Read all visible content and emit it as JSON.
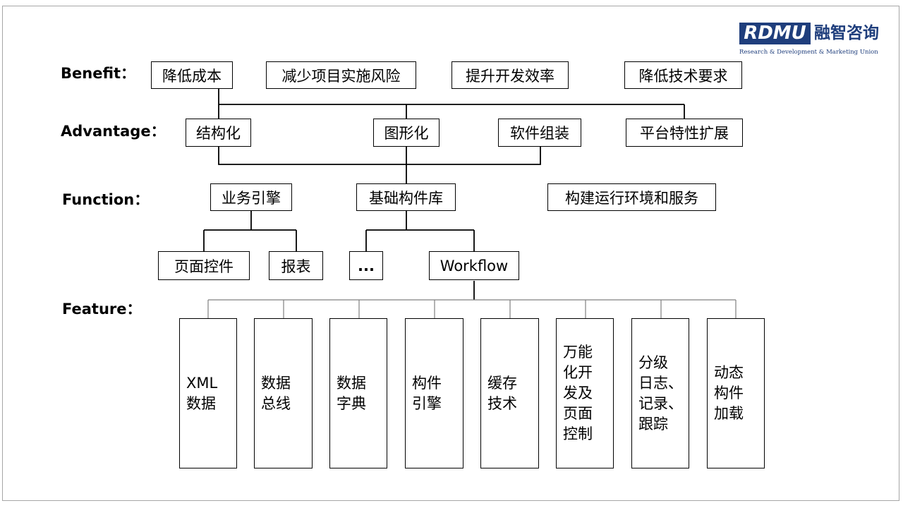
{
  "logo": {
    "mark": "RDMU",
    "chinese": "融智咨询",
    "subtitle": "Research & Development & Marketing Union"
  },
  "rows": {
    "benefit": "Benefit：",
    "advantage": "Advantage：",
    "function": "Function：",
    "feature": "Feature："
  },
  "benefit": [
    "降低成本",
    "减少项目实施风险",
    "提升开发效率",
    "降低技术要求"
  ],
  "advantage": [
    "结构化",
    "图形化",
    "软件组装",
    "平台特性扩展"
  ],
  "function": [
    "业务引擎",
    "基础构件库",
    "构建运行环境和服务"
  ],
  "subfunction": [
    "页面控件",
    "报表",
    "...",
    "Workflow"
  ],
  "feature": [
    "XML\n数据",
    "数据\n总线",
    "数据\n字典",
    "构件\n引擎",
    "缓存\n技术",
    "万能\n化开\n发及\n页面\n控制",
    "分级\n日志、\n记录、\n跟踪",
    "动态\n构件\n加载"
  ]
}
